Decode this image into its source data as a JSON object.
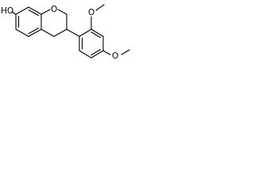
{
  "molecule": {
    "labels": {
      "hydroxyl": "HO",
      "ring_oxygen": "O",
      "methoxy_ortho": "O",
      "methoxy_para": "O"
    }
  }
}
